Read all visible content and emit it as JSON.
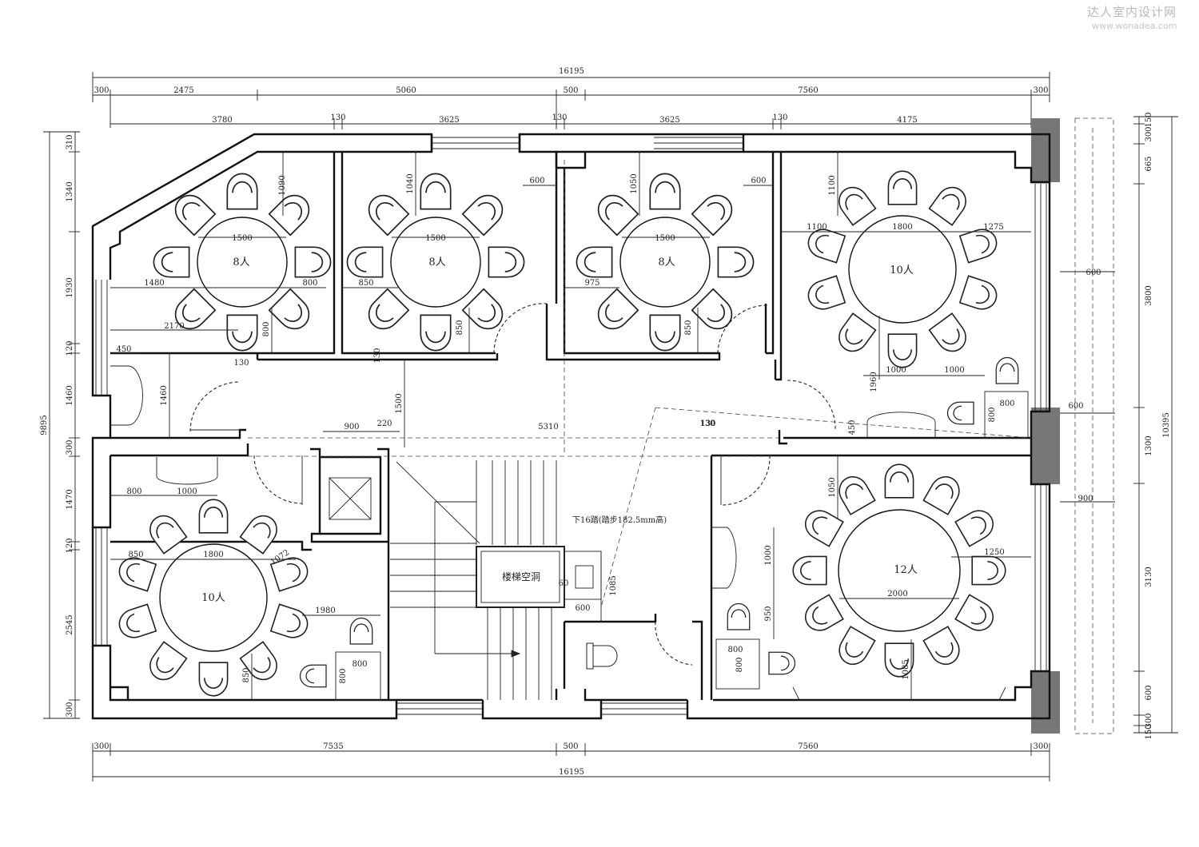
{
  "watermark": {
    "name": "达人室内设计网",
    "url": "www.wonadea.com"
  },
  "dims": {
    "top_overall": "16195",
    "top_row2": [
      "300",
      "2475",
      "5060",
      "500",
      "7560",
      "300"
    ],
    "top_row3": [
      "3780",
      "130",
      "3625",
      "130",
      "3625",
      "130",
      "4175"
    ],
    "bottom_row": [
      "300",
      "7535",
      "500",
      "7560",
      "300"
    ],
    "bottom_overall": "16195",
    "left_overall": "9895",
    "left_segments": [
      "310",
      "1340",
      "1930",
      "120",
      "1460",
      "300",
      "1470",
      "120",
      "2545",
      "300"
    ],
    "right_overall": "10395",
    "right_segments": [
      "150",
      "300",
      "665",
      "3800",
      "1300",
      "3130",
      "600",
      "300",
      "150"
    ],
    "right_inner": [
      "600",
      "600",
      "900"
    ]
  },
  "rooms": [
    {
      "label": "8人",
      "table_dim": "1500",
      "notes": [
        "1090",
        "1480",
        "800",
        "2170",
        "800"
      ]
    },
    {
      "label": "8人",
      "table_dim": "1500",
      "notes": [
        "1040",
        "850",
        "850"
      ]
    },
    {
      "label": "8人",
      "table_dim": "1500",
      "notes": [
        "1050",
        "975",
        "850"
      ]
    },
    {
      "label": "10人",
      "table_dim": "1800",
      "notes": [
        "1100",
        "1100",
        "1275",
        "1000",
        "1000",
        "1960",
        "800",
        "800"
      ]
    },
    {
      "label": "10人",
      "table_dim": "1800",
      "notes": [
        "800",
        "1000",
        "850",
        "1072",
        "1980",
        "850",
        "800",
        "800"
      ]
    },
    {
      "label": "12人",
      "table_dim": "2000",
      "notes": [
        "1050",
        "1250",
        "1000",
        "950",
        "800",
        "800",
        "1085"
      ]
    }
  ],
  "misc_dims": [
    "600",
    "600",
    "450",
    "1460",
    "130",
    "130",
    "130",
    "1500",
    "900",
    "220",
    "5310",
    "130",
    "450",
    "1085",
    "600",
    "60"
  ],
  "stair_note": "下16踏(踏步182.5mm高)",
  "stair_void": "楼梯空洞"
}
